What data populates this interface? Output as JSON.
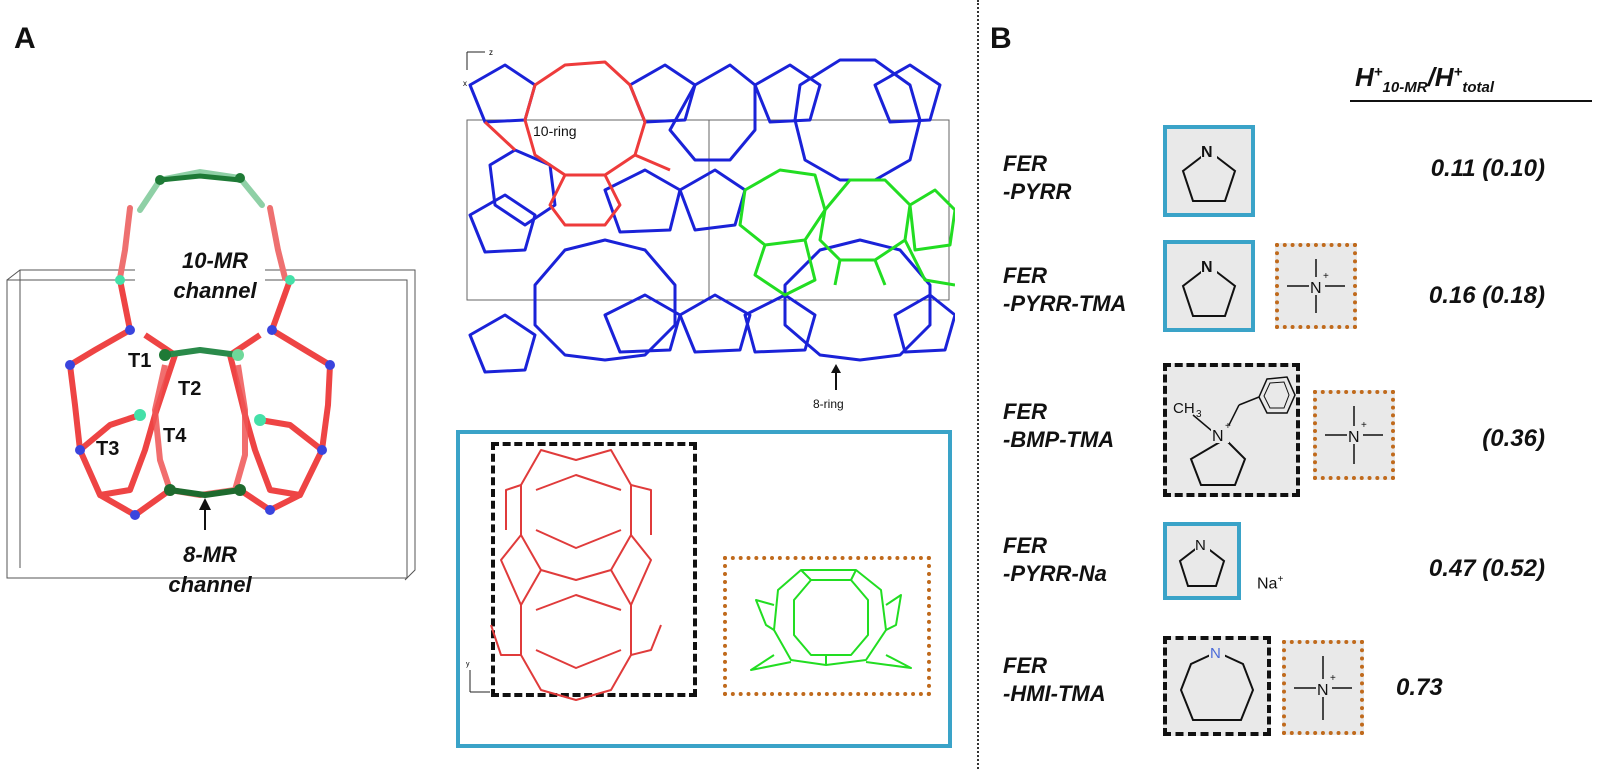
{
  "panel_a": {
    "letter": "A",
    "label_10mr_line1": "10-MR",
    "label_10mr_line2": "channel",
    "label_8mr_line1": "8-MR",
    "label_8mr_line2": "channel",
    "site_labels": [
      "T1",
      "T2",
      "T3",
      "T4"
    ],
    "label_10ring": "10-ring",
    "label_8ring": "8-ring",
    "axes_top": {
      "h": "z",
      "v": "x"
    },
    "axes_bottom": {
      "h": "z",
      "v": "y"
    }
  },
  "panel_b": {
    "letter": "B",
    "header_main": "H",
    "header_sup1": "+",
    "header_sub1": "10-MR",
    "header_slash": "/H",
    "header_sup2": "+",
    "header_sub2": "total",
    "rows": [
      {
        "line1": "FER",
        "line2": "-PYRR",
        "value": "0.11 (0.10)"
      },
      {
        "line1": "FER",
        "line2": "-PYRR-TMA",
        "value": "0.16 (0.18)"
      },
      {
        "line1": "FER",
        "line2": "-BMP-TMA",
        "value": "(0.36)"
      },
      {
        "line1": "FER",
        "line2": "-PYRR-Na",
        "value": "0.47 (0.52)"
      },
      {
        "line1": "FER",
        "line2": "-HMI-TMA",
        "value": "0.73"
      }
    ],
    "n_label": "N",
    "n_plus": "+",
    "ch3_label": "CH",
    "ch3_sub": "3",
    "na_label": "Na",
    "na_sup": "+"
  },
  "colors": {
    "blue_box": "#3aa3c8",
    "orange_box": "#c06a1c",
    "framework_red": "#ee3b3b",
    "framework_blue": "#1a22d8",
    "framework_green": "#22dd22"
  }
}
